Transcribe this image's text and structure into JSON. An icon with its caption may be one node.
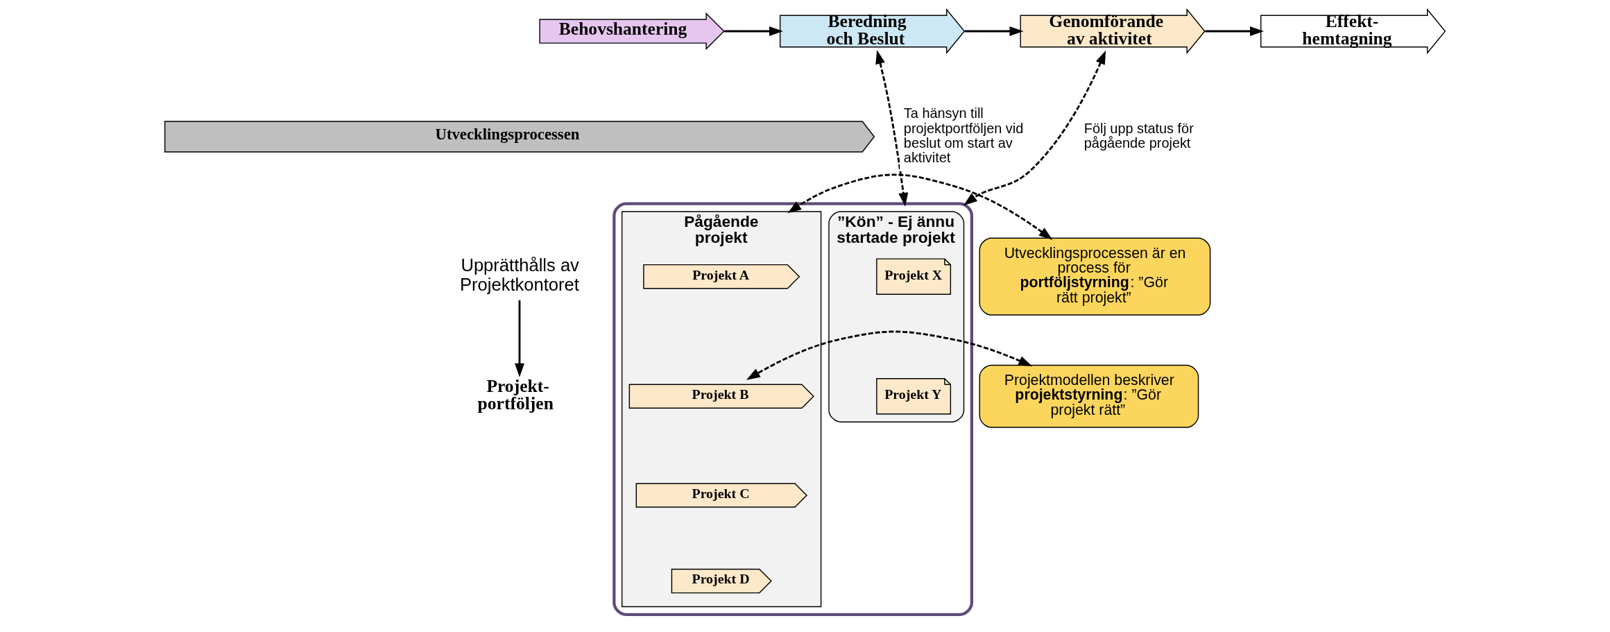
{
  "diagram": {
    "nodes": [
      {
        "text": [
          "Behovshantering"
        ]
      },
      {
        "text": [
          "Beredning och Beslut"
        ]
      },
      {
        "text": [
          "Genomförande av aktivitet"
        ]
      },
      {
        "text": [
          "Effekt- hemtagning"
        ]
      },
      {
        "text": [
          "Utvecklingsprocessen"
        ]
      },
      {
        "text": [
          "Upprätthålls av Projektkontoret"
        ]
      },
      {
        "text": [
          "Projekt- portföljen"
        ]
      },
      {
        "text": [],
        "shape": "box"
      },
      {
        "text": [
          "”Kön” - Ej ännu startade projekt"
        ],
        "in": 7
      },
      {
        "text": [
          "Projekt X"
        ],
        "in": 8
      },
      {
        "text": [
          "Projekt Y"
        ],
        "in": 8
      },
      {
        "text": [
          "Pågående projekt"
        ],
        "in": 7
      },
      {
        "text": [
          "Projekt A"
        ],
        "in": 11
      },
      {
        "text": [
          "Projekt B"
        ],
        "in": 11
      },
      {
        "text": [
          "Projekt C"
        ],
        "in": 11
      },
      {
        "text": [
          "Projekt D"
        ],
        "in": 11
      },
      {
        "text": [
          "Utvecklingsprocessen är en process för **portföljstyrning**: ”Gör rätt projekt”"
        ]
      },
      {
        "text": [
          "Projektmodellen beskriver **projektstyrning**: ”Gör projekt rätt”"
        ]
      }
    ],
    "edges": [
      {
        "from": 0,
        "to": 1,
        "arrow": "to"
      },
      {
        "from": 1,
        "to": 2,
        "arrow": "to"
      },
      {
        "from": 2,
        "to": 3,
        "arrow": "to"
      },
      {
        "from": 1,
        "to": 7,
        "arrow": "both",
        "style": "dashed",
        "label": "Ta hänsyn till projektportföljen vid beslut om start av aktivitet"
      },
      {
        "from": 2,
        "to": 7,
        "arrow": "both",
        "style": "dashed",
        "label": "Följ upp status för pågående projekt"
      },
      {
        "from": 5,
        "to": 6,
        "arrow": "to"
      },
      {
        "from": 16,
        "to": 11,
        "arrow": "both",
        "style": "dashed"
      },
      {
        "from": 17,
        "to": 13,
        "arrow": "both",
        "style": "dashed"
      }
    ]
  }
}
